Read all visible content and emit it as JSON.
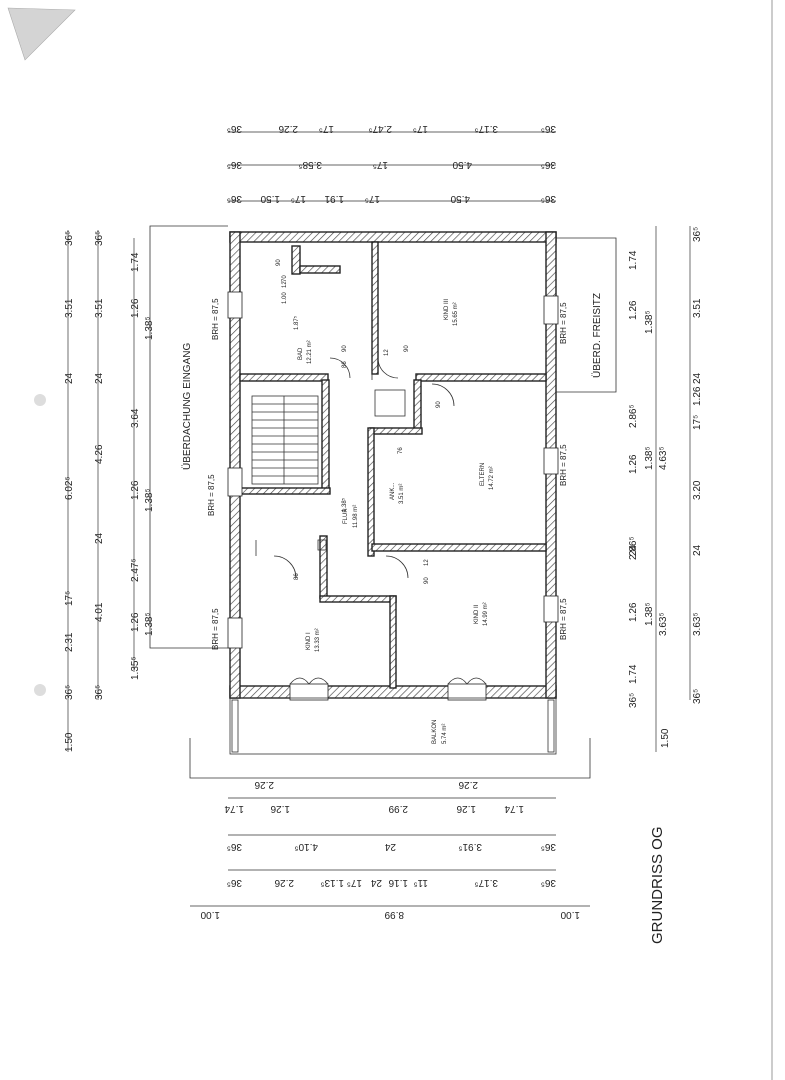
{
  "plan": {
    "title": "GRUNDRISS OG",
    "top_dims": {
      "row1": [
        "36⁵",
        "2.26",
        "17⁵",
        "2.47⁵",
        "17⁵",
        "3.17⁵",
        "36⁵"
      ],
      "row2": [
        "36⁵",
        "3.58⁵",
        "17⁵",
        "4.50",
        "36⁵"
      ],
      "row3": [
        "36⁵",
        "1.50",
        "17⁵",
        "1.91",
        "17⁵",
        "4.50",
        "36⁵"
      ]
    },
    "bottom_dims": {
      "row1": [
        "2.26",
        "1.74",
        "1.26",
        "2.99",
        "1.26",
        "1.74",
        "2.26"
      ],
      "row2": [
        "36⁵",
        "4.10⁵",
        "24",
        "3.91⁵",
        "36⁵"
      ],
      "row3": [
        "36⁵",
        "2.26",
        "1.13⁵",
        "17⁵",
        "24",
        "1.16",
        "11⁵",
        "3.17⁵",
        "36⁵"
      ],
      "row4": [
        "1.00",
        "8.99",
        "1.00"
      ]
    },
    "left_dims": {
      "outer": [
        "36⁵",
        "3.51",
        "24",
        "6.02⁵",
        "17⁵",
        "2.31",
        "36⁵",
        "1.50"
      ],
      "middle": [
        "36⁵",
        "3.51",
        "24",
        "4.26",
        "24",
        "4.01",
        "36⁵"
      ],
      "inner": [
        "1.74",
        "1.26",
        "1.38⁵",
        "3.64",
        "1.26",
        "1.38⁵",
        "2.47⁵",
        "1.26",
        "1.38⁵",
        "1.35⁵"
      ]
    },
    "right_dims": {
      "outer": [
        "36⁵",
        "3.51",
        "24",
        "1.26",
        "17⁵",
        "3.20",
        "24",
        "3.63⁵",
        "36⁵",
        "1.50"
      ],
      "middle": [
        "1.74",
        "1.26",
        "1.38⁵",
        "2.86⁵",
        "1.26",
        "1.38⁵",
        "4.63⁵",
        "2.86⁵",
        "24",
        "1.26",
        "1.38⁵",
        "3.63⁵",
        "1.74",
        "36⁵"
      ]
    },
    "rooms": {
      "bad": {
        "name": "BAD",
        "area": "12.21 m²"
      },
      "kind3": {
        "name": "KIND III",
        "area": "15.65 m²"
      },
      "flur": {
        "name": "FLUR",
        "area": "11.98 m²"
      },
      "ankl": {
        "name": "ANK...",
        "area": "3.51 m²"
      },
      "eltern": {
        "name": "ELTERN",
        "area": "14.72 m²"
      },
      "kind1": {
        "name": "KIND I",
        "area": "13.33 m²"
      },
      "kind2": {
        "name": "KIND II",
        "area": "14.99 m²"
      },
      "balkon": {
        "name": "BALKON",
        "area": "5.74 m²"
      }
    },
    "brh_label": "BRH = 87,5",
    "left_annotation": "ÜBERDACHUNG EINGANG",
    "right_annotation": "ÜBERD. FREISITZ",
    "bath_notes": [
      "90",
      "1.00",
      "12",
      "70",
      "1.87⁵"
    ],
    "door_notes": [
      "86",
      "90",
      "90",
      "12",
      "90",
      "76",
      "1.38⁵",
      "86",
      "90",
      "12"
    ]
  }
}
